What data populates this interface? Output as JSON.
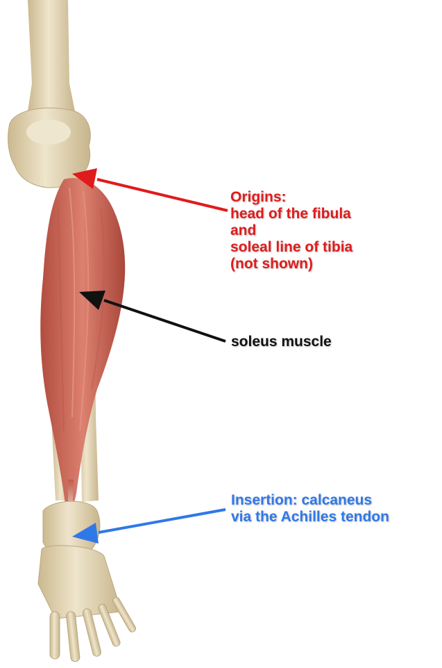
{
  "colors": {
    "origin": "#e01b1b",
    "muscle_label": "#111111",
    "insertion": "#2f78e8",
    "bone": "#e8dcc0",
    "bone_shadow": "#c9b893",
    "muscle": "#cf6a57",
    "muscle_dark": "#a9473a"
  },
  "labels": {
    "origins": {
      "title": "Origins:",
      "line1": "head of the fibula",
      "line2": "and",
      "line3": "soleal line of tibia",
      "line4": "(not shown)"
    },
    "muscle": "soleus muscle",
    "insertion": {
      "line1": "Insertion: calcaneus",
      "line2": "via the Achilles tendon"
    }
  }
}
